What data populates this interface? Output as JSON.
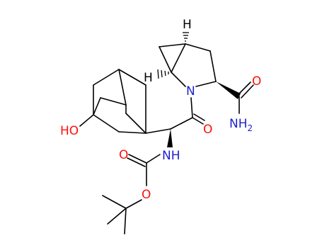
{
  "colors": {
    "bond": "#000000",
    "oxygen": "#ff0d0d",
    "nitrogen": "#1f1fd0",
    "hydrogen": "#000000",
    "background": "#ffffff"
  },
  "labels": {
    "stereo_h_top": "H",
    "stereo_h_left": "H",
    "ring_n": "N",
    "amide_o_right": "O",
    "amide_nh2_n": "NH",
    "amide_nh2_sub": "2",
    "ketone_o": "O",
    "hydroxyl": "HO",
    "carbamate_nh": "NH",
    "carbamate_o_top": "O",
    "carbamate_o_ester": "O"
  }
}
